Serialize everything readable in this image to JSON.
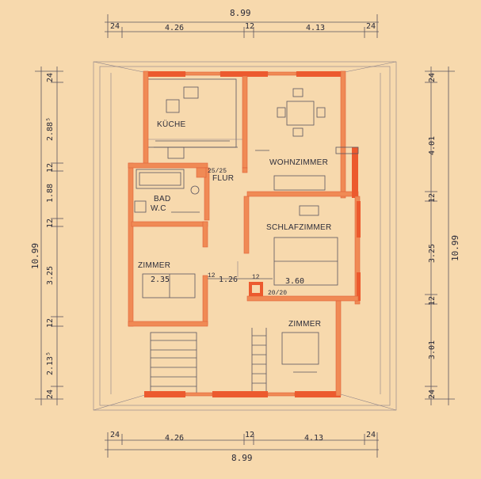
{
  "dimensions": {
    "top_total": "8.99",
    "top_segments": [
      "24",
      "4.26",
      "12",
      "4.13",
      "24"
    ],
    "bottom_total": "8.99",
    "bottom_segments": [
      "24",
      "4.26",
      "12",
      "4.13",
      "24"
    ],
    "left_total": "10.99",
    "left_segments": [
      "24",
      "2.88⁵",
      "12",
      "1.88",
      "12",
      "3.25",
      "12",
      "2.13⁵",
      "24"
    ],
    "right_total": "10.99",
    "right_segments": [
      "24",
      "4.01",
      "12",
      "3.25",
      "12",
      "3.01",
      "24"
    ]
  },
  "rooms": {
    "kueche": "KÜCHE",
    "wohnzimmer": "WOHNZIMMER",
    "flur": "FLUR",
    "bad": "BAD",
    "wc": "W.C",
    "schlafzimmer": "SCHLAFZIMMER",
    "zimmer_left": "ZIMMER",
    "zimmer_right": "ZIMMER"
  },
  "inner_dims": {
    "zimmer_width": "2.35",
    "flur_width": "1.26",
    "schlaf_width": "3.60",
    "wall_mark_1": "12",
    "wall_mark_2": "12",
    "chimney_1": "25/25",
    "chimney_2": "20/20"
  },
  "colors": {
    "paper": "#f7d9ad",
    "wall": "#f08a55",
    "wall_strong": "#ec5a2e",
    "pencil": "#5b5560"
  }
}
